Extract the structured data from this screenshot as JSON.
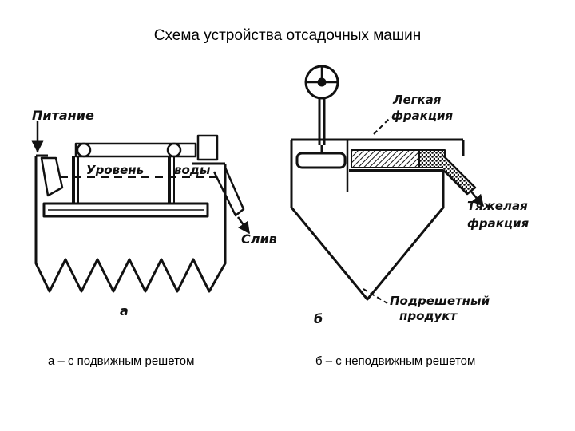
{
  "title": "Схема устройства отсадочных машин",
  "captions": {
    "a": "а – с подвижным решетом",
    "b": "б – с неподвижным решетом"
  },
  "diagram_a": {
    "letter": "а",
    "labels": {
      "feed": "Питание",
      "water_level_1": "Уровень",
      "water_level_2": "воды",
      "drain": "Слив"
    }
  },
  "diagram_b": {
    "letter": "б",
    "labels": {
      "light_1": "Легкая",
      "light_2": "фракция",
      "heavy_1": "Тяжелая",
      "heavy_2": "фракция",
      "under_1": "Подрешетный",
      "under_2": "продукт"
    }
  },
  "colors": {
    "ink": "#111111",
    "background": "#ffffff"
  }
}
